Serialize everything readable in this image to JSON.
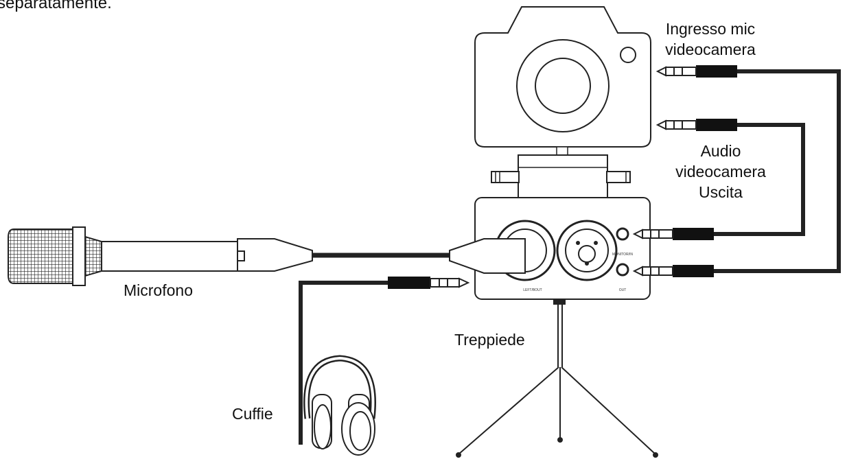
{
  "diagram": {
    "top_fragment": "separatamente.",
    "labels": {
      "camera_mic_in": [
        "Ingresso mic",
        "videocamera"
      ],
      "camera_audio_out": [
        "Audio",
        "videocamera",
        "Uscita"
      ],
      "microphone": "Microfono",
      "headphones": "Cuffie",
      "tripod": "Treppiede"
    },
    "device_markings": {
      "line_out_small": "LEFT/BOUT",
      "monitor_small": "MONITOR/IN",
      "out_small": "OUT"
    }
  }
}
